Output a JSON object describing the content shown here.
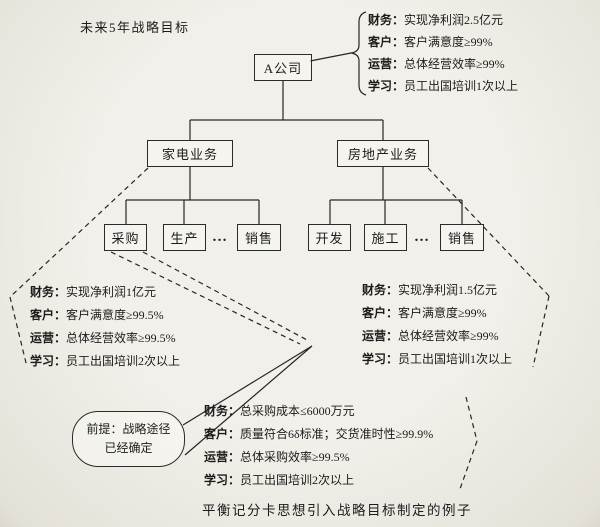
{
  "page": {
    "title": "未来5年战略目标",
    "caption": "平衡记分卡思想引入战略目标制定的例子"
  },
  "org": {
    "root": "A公司",
    "division_left": "家电业务",
    "division_right": "房地产业务",
    "dept_left_1": "采购",
    "dept_left_2": "生产",
    "dept_left_3": "销售",
    "dept_right_1": "开发",
    "dept_right_2": "施工",
    "dept_right_3": "销售",
    "ellipsis": "…"
  },
  "scorecards": {
    "company": {
      "rows": [
        {
          "label": "财务：",
          "value": "实现净利润2.5亿元"
        },
        {
          "label": "客户：",
          "value": "客户满意度≥99%"
        },
        {
          "label": "运营：",
          "value": "总体经营效率≥99%"
        },
        {
          "label": "学习：",
          "value": "员工出国培训1次以上"
        }
      ]
    },
    "appliance": {
      "rows": [
        {
          "label": "财务：",
          "value": "实现净利润1亿元"
        },
        {
          "label": "客户：",
          "value": "客户满意度≥99.5%"
        },
        {
          "label": "运营：",
          "value": "总体经营效率≥99.5%"
        },
        {
          "label": "学习：",
          "value": "员工出国培训2次以上"
        }
      ]
    },
    "realestate": {
      "rows": [
        {
          "label": "财务：",
          "value": "实现净利润1.5亿元"
        },
        {
          "label": "客户：",
          "value": "客户满意度≥99%"
        },
        {
          "label": "运营：",
          "value": "总体经营效率≥99%"
        },
        {
          "label": "学习：",
          "value": "员工出国培训1次以上"
        }
      ]
    },
    "procurement": {
      "rows": [
        {
          "label": "财务：",
          "value": "总采购成本≤6000万元"
        },
        {
          "label": "客户：",
          "value": "质量符合6δ标准；交货准时性≥99.9%"
        },
        {
          "label": "运营：",
          "value": "总体采购效率≥99.5%"
        },
        {
          "label": "学习：",
          "value": "员工出国培训2次以上"
        }
      ]
    }
  },
  "callout": {
    "line1": "前提：战略途径",
    "line2": "已经确定"
  },
  "colors": {
    "paper": "#f0eee8",
    "ink": "#1c1c1c"
  }
}
